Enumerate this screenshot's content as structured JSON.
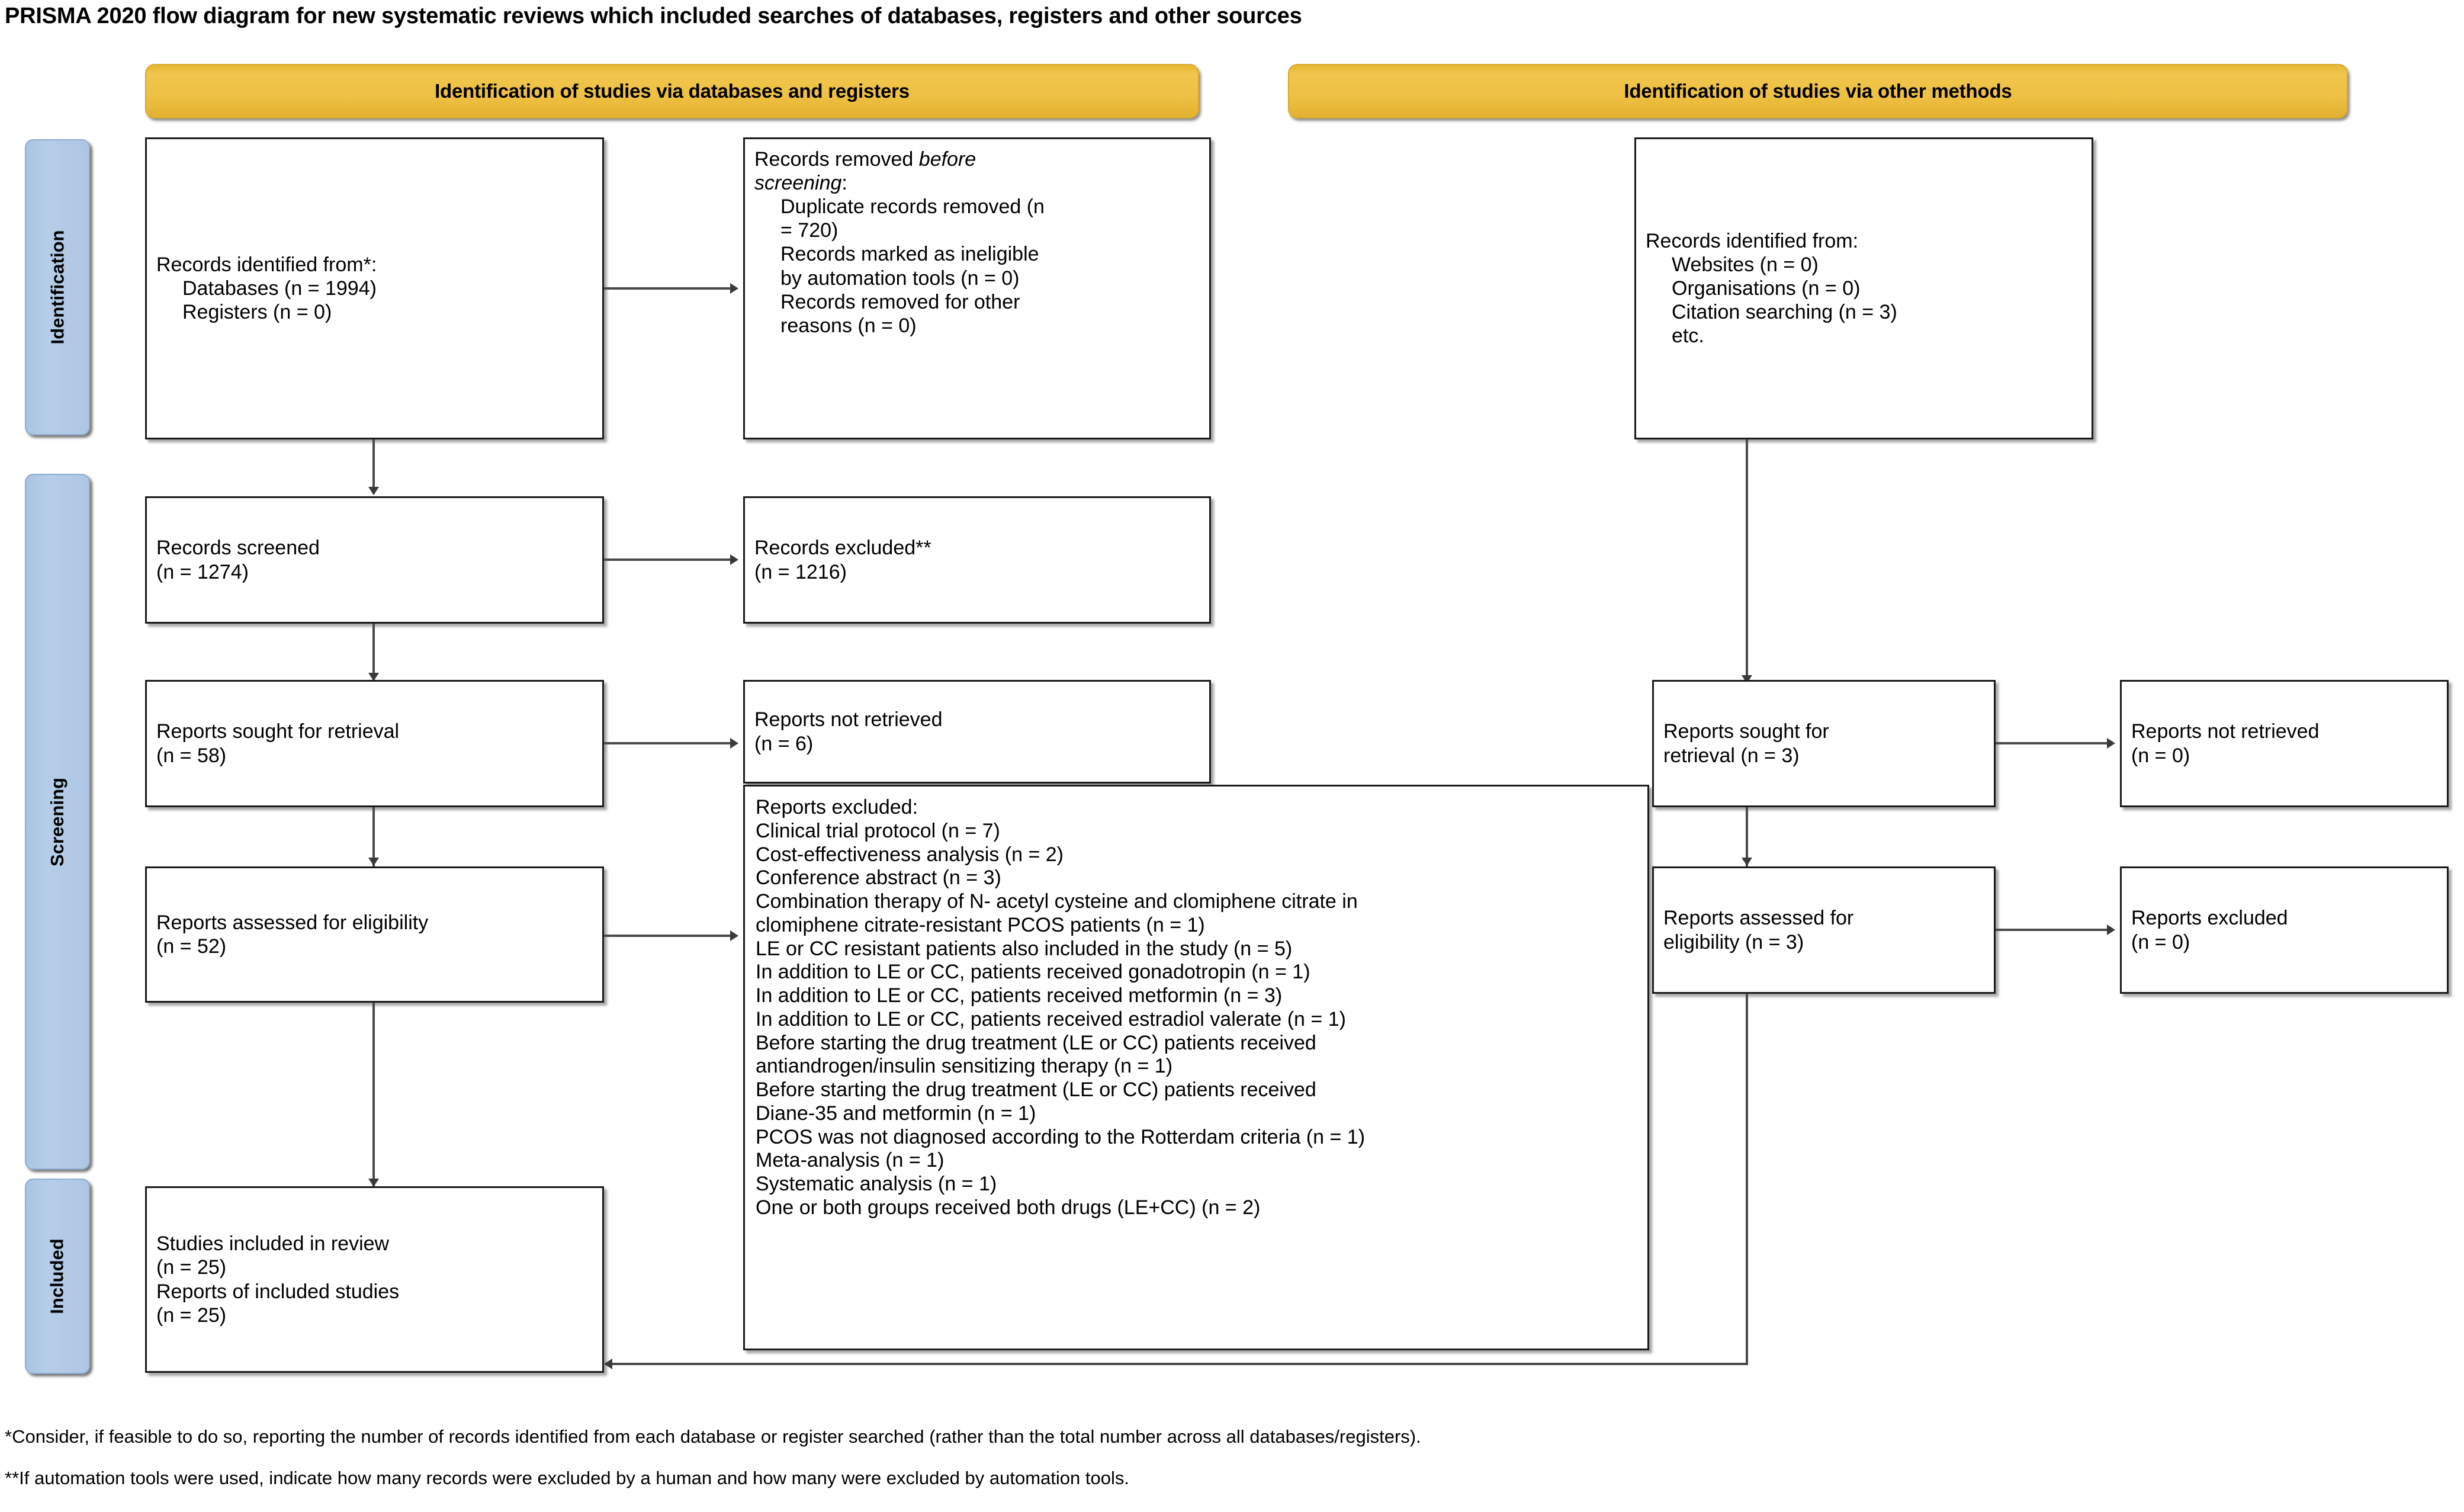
{
  "title": "PRISMA 2020 flow diagram for new systematic reviews which included searches of databases, registers and other sources",
  "headers": {
    "left": "Identification of studies via databases and registers",
    "right": "Identification of studies via other methods"
  },
  "stages": {
    "identification": "Identification",
    "screening": "Screening",
    "included": "Included"
  },
  "colors": {
    "header_bar": "#EEC043",
    "stage_rail": "#B0C8E5",
    "box_border": "#1A1A1A",
    "connector": "#4A4A4A",
    "background": "#FFFFFF"
  },
  "boxes": {
    "records_identified": {
      "l1": "Records identified from*:",
      "l2": "Databases (n = 1994)",
      "l3": "Registers (n = 0)"
    },
    "records_removed": {
      "l1_pre": "Records removed ",
      "l1_ital": "before",
      "l2_ital": "screening",
      "l2_post": ":",
      "l3": "Duplicate records removed (n",
      "l4": "= 720)",
      "l5": "Records marked as ineligible",
      "l6": "by automation tools (n = 0)",
      "l7": "Records removed for other",
      "l8": "reasons (n = 0)"
    },
    "records_screened": {
      "l1": "Records screened",
      "l2": "(n = 1274)"
    },
    "records_excluded": {
      "l1": "Records excluded**",
      "l2": "(n = 1216)"
    },
    "reports_sought": {
      "l1": "Reports sought for retrieval",
      "l2": "(n = 58)"
    },
    "reports_not_retrieved": {
      "l1": "Reports not retrieved",
      "l2": "(n = 6)"
    },
    "reports_assessed": {
      "l1": "Reports assessed for eligibility",
      "l2": "(n = 52)"
    },
    "reports_excluded_list": {
      "heading": "Reports excluded:",
      "items": [
        "Clinical trial protocol (n = 7)",
        "Cost-effectiveness analysis (n = 2)",
        "Conference abstract (n = 3)",
        "Combination therapy of N- acetyl cysteine and clomiphene citrate in",
        "clomiphene citrate-resistant PCOS patients (n = 1)",
        "LE or CC resistant patients also included in the study (n = 5)",
        "In addition to LE or CC, patients received gonadotropin (n = 1)",
        "In addition to LE or CC, patients received metformin (n = 3)",
        "In addition to LE or CC, patients received estradiol valerate (n = 1)",
        "Before starting the drug treatment (LE or CC) patients received",
        "antiandrogen/insulin sensitizing therapy (n = 1)",
        "Before starting the drug treatment (LE or CC) patients received",
        "Diane-35 and metformin (n = 1)",
        "PCOS was not diagnosed according to the Rotterdam criteria (n = 1)",
        "Meta-analysis (n = 1)",
        "Systematic analysis (n = 1)",
        "One or both groups received both drugs (LE+CC) (n = 2)"
      ]
    },
    "studies_included": {
      "l1": "Studies included in review",
      "l2": "(n = 25)",
      "l3": "Reports of included studies",
      "l4": "(n = 25)"
    },
    "other_records_identified": {
      "l1": "Records identified from:",
      "l2": "Websites (n = 0)",
      "l3": "Organisations (n = 0)",
      "l4": "Citation searching (n = 3)",
      "l5": "etc."
    },
    "other_reports_sought": {
      "l1": "Reports sought for",
      "l2": "retrieval (n = 3)"
    },
    "other_reports_not_retrieved": {
      "l1": "Reports not retrieved",
      "l2": "(n = 0)"
    },
    "other_reports_assessed": {
      "l1": "Reports assessed for",
      "l2": "eligibility (n = 3)"
    },
    "other_reports_excluded": {
      "l1": "Reports excluded",
      "l2": "(n = 0)"
    }
  },
  "footnotes": {
    "one": "*Consider, if feasible to do so, reporting the number of records identified from each database or register searched (rather than the total number across all databases/registers).",
    "two": "**If automation tools were used, indicate how many records were excluded by a human and how many were excluded by automation tools."
  }
}
